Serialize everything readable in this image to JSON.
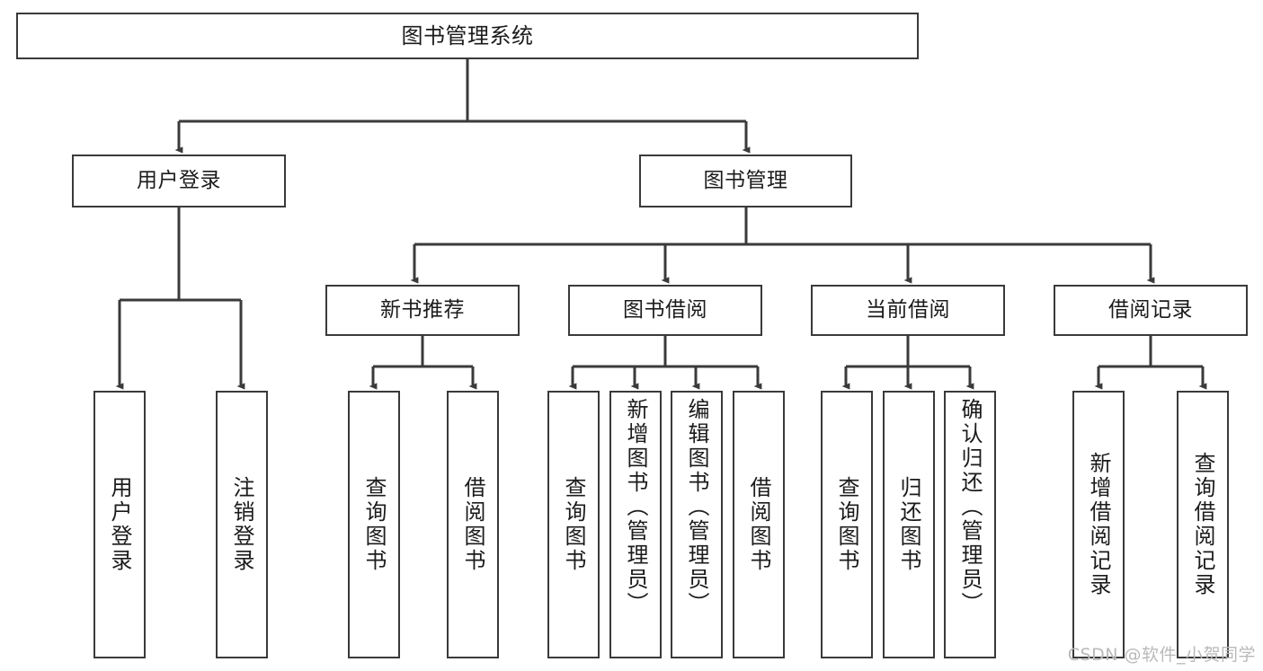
{
  "diagram": {
    "title": "图书管理系统",
    "type": "hierarchy-tree",
    "watermark": "CSDN @软件_小贺同学",
    "colors": {
      "node_border": "#3a3a3a",
      "node_fill": "#ffffff",
      "edge": "#3a3a3a",
      "text": "#1b1b1b",
      "watermark": "#b9b9b9",
      "background": "#ffffff"
    },
    "levels": {
      "root": "图书管理系统",
      "level2": [
        "用户登录",
        "图书管理"
      ],
      "level3": [
        "新书推荐",
        "图书借阅",
        "当前借阅",
        "借阅记录"
      ]
    },
    "nodes": {
      "root": {
        "label": "图书管理系统"
      },
      "user_login": {
        "label": "用户登录"
      },
      "book_manage": {
        "label": "图书管理"
      },
      "new_book_rec": {
        "label": "新书推荐"
      },
      "book_borrow": {
        "label": "图书借阅"
      },
      "current_borrow": {
        "label": "当前借阅"
      },
      "borrow_record": {
        "label": "借阅记录"
      },
      "leaf_user_login": {
        "label": "用户登录"
      },
      "leaf_logout": {
        "label": "注销登录"
      },
      "leaf_query_book_1": {
        "label": "查询图书"
      },
      "leaf_borrow_book_1": {
        "label": "借阅图书"
      },
      "leaf_query_book_2": {
        "label": "查询图书"
      },
      "leaf_add_book": {
        "label": "新增图书（管理员）"
      },
      "leaf_edit_book": {
        "label": "编辑图书（管理员）"
      },
      "leaf_borrow_book_2": {
        "label": "借阅图书"
      },
      "leaf_query_book_3": {
        "label": "查询图书"
      },
      "leaf_return_book": {
        "label": "归还图书"
      },
      "leaf_confirm_return": {
        "label": "确认归还（管理员）"
      },
      "leaf_add_record": {
        "label": "新增借阅记录"
      },
      "leaf_query_record": {
        "label": "查询借阅记录"
      }
    },
    "tree": [
      {
        "label": "图书管理系统",
        "children": [
          {
            "label": "用户登录",
            "children": [
              {
                "label": "用户登录"
              },
              {
                "label": "注销登录"
              }
            ]
          },
          {
            "label": "图书管理",
            "children": [
              {
                "label": "新书推荐",
                "children": [
                  {
                    "label": "查询图书"
                  },
                  {
                    "label": "借阅图书"
                  }
                ]
              },
              {
                "label": "图书借阅",
                "children": [
                  {
                    "label": "查询图书"
                  },
                  {
                    "label": "新增图书（管理员）"
                  },
                  {
                    "label": "编辑图书（管理员）"
                  },
                  {
                    "label": "借阅图书"
                  }
                ]
              },
              {
                "label": "当前借阅",
                "children": [
                  {
                    "label": "查询图书"
                  },
                  {
                    "label": "归还图书"
                  },
                  {
                    "label": "确认归还（管理员）"
                  }
                ]
              },
              {
                "label": "借阅记录",
                "children": [
                  {
                    "label": "新增借阅记录"
                  },
                  {
                    "label": "查询借阅记录"
                  }
                ]
              }
            ]
          }
        ]
      }
    ]
  }
}
